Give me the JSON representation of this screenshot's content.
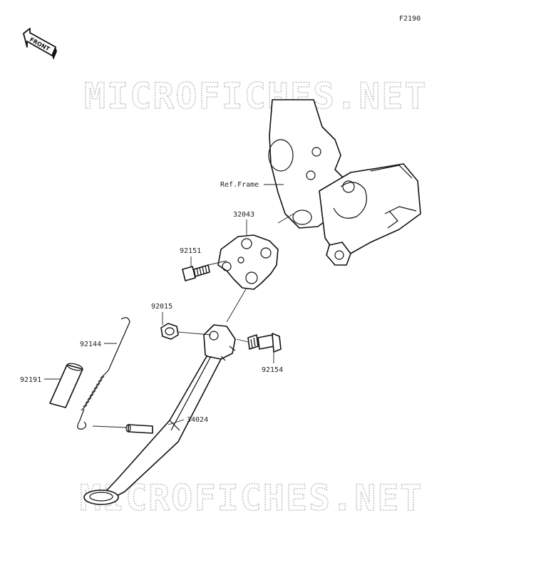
{
  "figure_code": "F2190",
  "front_label": "FRONT",
  "watermark": "MICROFICHES.NET",
  "callouts": {
    "ref_frame": "Ref.Frame",
    "p32043": "32043",
    "p92151": "92151",
    "p92015": "92015",
    "p92154": "92154",
    "p92144": "92144",
    "p92191": "92191",
    "p34024": "34024"
  }
}
